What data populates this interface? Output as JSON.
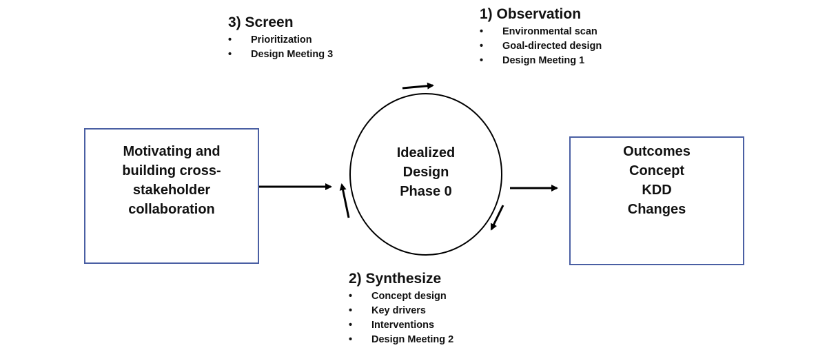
{
  "left_box": {
    "lines": [
      "Motivating and",
      "building  cross-",
      "stakeholder",
      "collaboration"
    ]
  },
  "center": {
    "lines": [
      "Idealized",
      "Design",
      "Phase 0"
    ]
  },
  "right_box": {
    "lines": [
      "Outcomes",
      "Concept",
      "KDD",
      "Changes"
    ]
  },
  "stages": {
    "screen": {
      "title": "3) Screen",
      "items": [
        "Prioritization",
        "Design Meeting 3"
      ]
    },
    "observation": {
      "title": "1) Observation",
      "items": [
        "Environmental scan",
        "Goal-directed design",
        "Design Meeting 1"
      ]
    },
    "synthesize": {
      "title": "2) Synthesize",
      "items": [
        "Concept design",
        "Key drivers",
        "Interventions",
        "Design Meeting 2"
      ]
    }
  },
  "bullet_glyph": "•",
  "colors": {
    "box_border": "#4a5fa3",
    "stroke": "#000000",
    "text": "#111111"
  }
}
